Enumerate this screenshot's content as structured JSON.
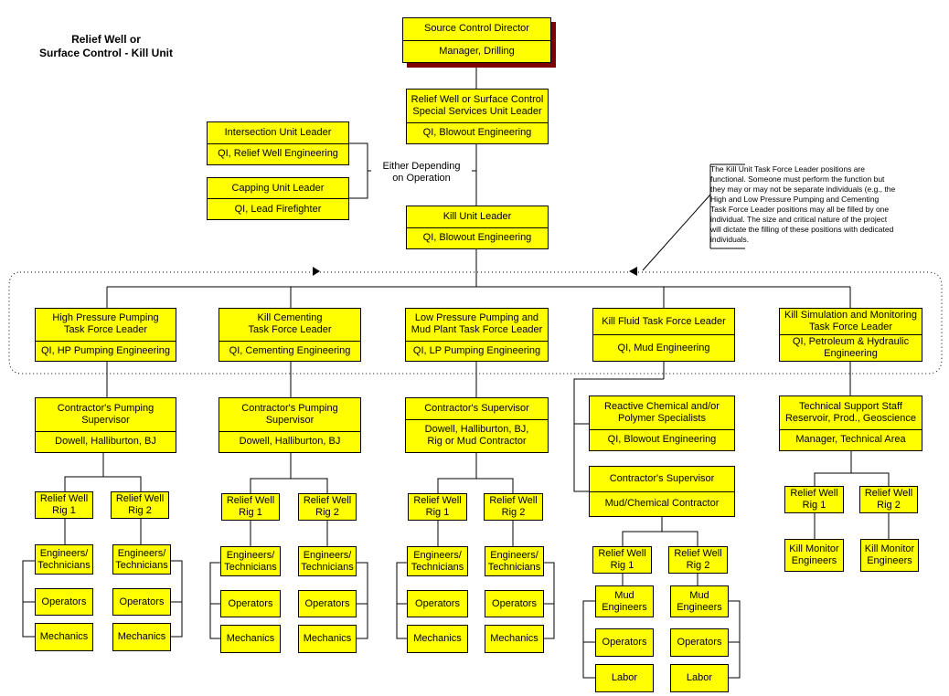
{
  "title": "Relief Well or\nSurface Control - Kill Unit",
  "either_label": "Either Depending\non Operation",
  "note": "The Kill Unit Task Force Leader positions are\nfunctional.  Someone must perform the function but\nthey may or may not be separate individuals (e.g., the\nHigh and Low Pressure Pumping and Cementing\nTask Force Leader positions may all be filled by one\nindividual.  The size and critical nature of the project\nwill dictate the filling of these positions with dedicated\nindividuals.",
  "boxes": {
    "director": {
      "title": "Source Control  Director",
      "sub": "Manager, Drilling"
    },
    "special": {
      "title": "Relief Well or Surface Control\nSpecial Services Unit Leader",
      "sub": "QI, Blowout Engineering"
    },
    "intersection": {
      "title": "Intersection Unit Leader",
      "sub": "QI, Relief Well Engineering"
    },
    "capping": {
      "title": "Capping Unit Leader",
      "sub": "QI, Lead Firefighter"
    },
    "kill": {
      "title": "Kill Unit Leader",
      "sub": "QI, Blowout Engineering"
    },
    "hp": {
      "title": "High Pressure Pumping\nTask Force Leader",
      "sub": "QI, HP Pumping Engineering"
    },
    "cem": {
      "title": "Kill Cementing\nTask Force Leader",
      "sub": "QI, Cementing Engineering"
    },
    "lp": {
      "title": "Low Pressure Pumping  and\nMud Plant Task Force  Leader",
      "sub": "QI, LP Pumping  Engineering"
    },
    "fluid": {
      "title": "Kill Fluid Task Force Leader",
      "sub": "QI, Mud Engineering"
    },
    "sim": {
      "title": "Kill Simulation and Monitoring\nTask Force Leader",
      "sub": "QI, Petroleum & Hydraulic\nEngineering"
    },
    "c1": {
      "title": "Contractor's Pumping\nSupervisor",
      "sub": "Dowell, Halliburton, BJ"
    },
    "c2": {
      "title": "Contractor's Pumping\nSupervisor",
      "sub": "Dowell, Halliburton,  BJ"
    },
    "c3": {
      "title": "Contractor's Supervisor",
      "sub": "Dowell, Halliburton,  BJ,\nRig or Mud Contractor"
    },
    "react": {
      "title": "Reactive Chemical and/or\nPolymer Specialists",
      "sub": "QI, Blowout Engineering"
    },
    "c4": {
      "title": "Contractor's Supervisor",
      "sub": "Mud/Chemical Contractor"
    },
    "tech": {
      "title": "Technical Support Staff\nReservoir, Prod., Geoscience",
      "sub": "Manager, Technical Area"
    }
  },
  "labels": {
    "rig1": "Relief Well\nRig 1",
    "rig2": "Relief Well\nRig 2",
    "engineers": "Engineers/\nTechnicians",
    "operators": "Operators",
    "mechanics": "Mechanics",
    "mud_engineers": "Mud\nEngineers",
    "labor": "Labor",
    "kill_monitor": "Kill Monitor\nEngineers"
  }
}
